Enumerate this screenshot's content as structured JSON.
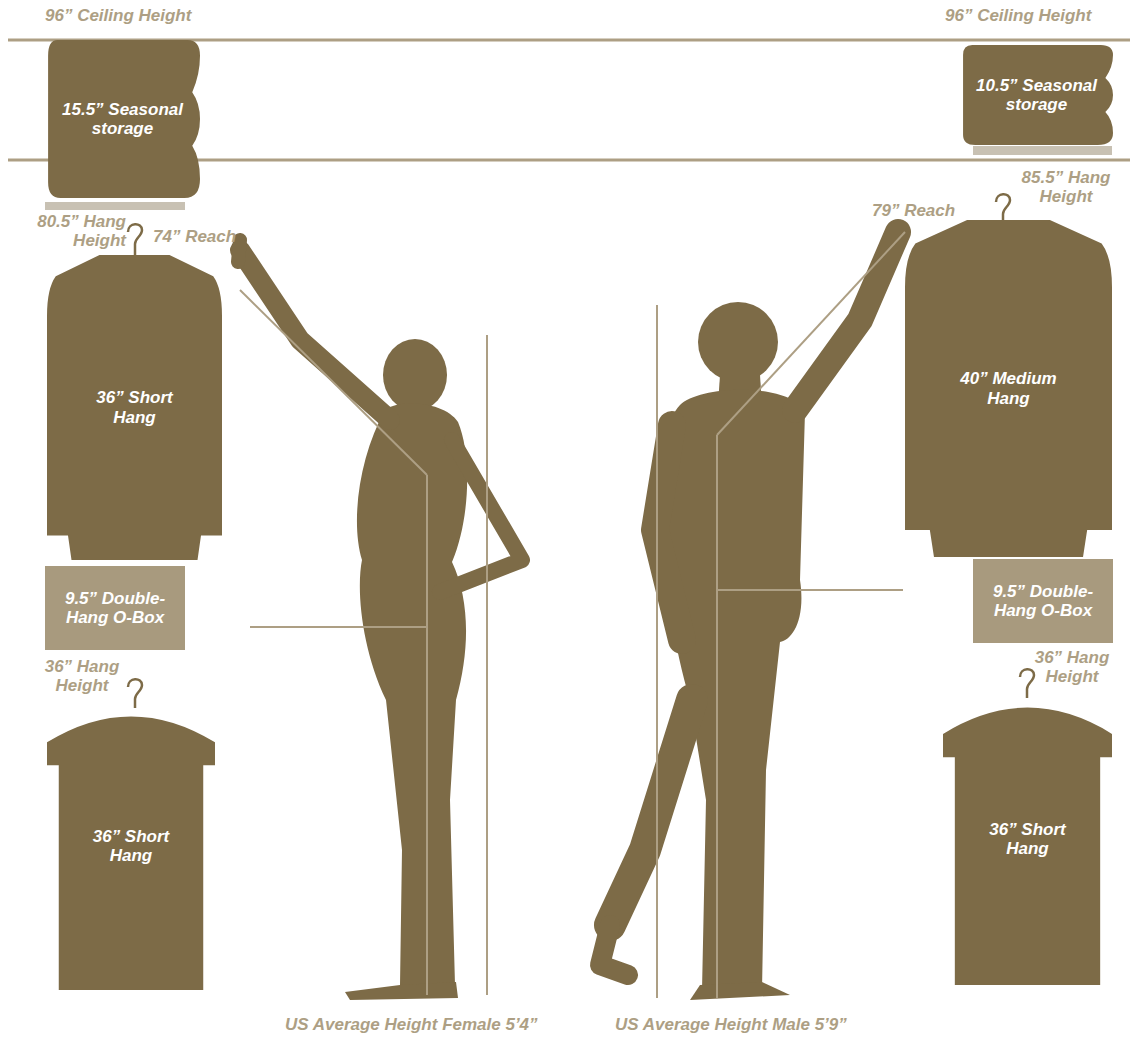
{
  "diagram": {
    "nodes": [
      {
        "text": [
          "15.5” Seasonal storage"
        ]
      },
      {
        "text": [
          "10.5” Seasonal storage"
        ]
      },
      {
        "text": [
          "36” Short Hang"
        ]
      },
      {
        "text": [
          "40” Medium Hang"
        ]
      },
      {
        "text": [
          "9.5” Double-Hang O-Box"
        ]
      },
      {
        "text": [
          "9.5” Double-Hang O-Box"
        ]
      },
      {
        "text": [
          "36” Short Hang"
        ]
      },
      {
        "text": [
          "36” Short Hang"
        ]
      }
    ],
    "labels": [
      "96” Ceiling Height",
      "96” Ceiling Height",
      "80.5” Hang Height",
      "74” Reach",
      "79” Reach",
      "85.5” Hang Height",
      "36” Hang Height",
      "36” Hang Height",
      "US Average Height Female 5’4”",
      "US Average Height Male 5’9”"
    ]
  }
}
